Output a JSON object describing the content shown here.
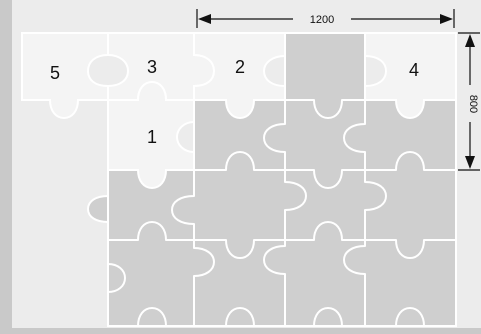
{
  "pieces": {
    "piece_1": "1",
    "piece_2": "2",
    "piece_3": "3",
    "piece_4": "4",
    "piece_5": "5"
  },
  "dimensions": {
    "width_label": "1200",
    "height_label": "800"
  },
  "colors": {
    "background": "#ececec",
    "light_piece": "#f4f4f4",
    "gray_piece": "#cfcfcf",
    "piece_outline": "#ffffff",
    "dimension_line": "#111111"
  }
}
